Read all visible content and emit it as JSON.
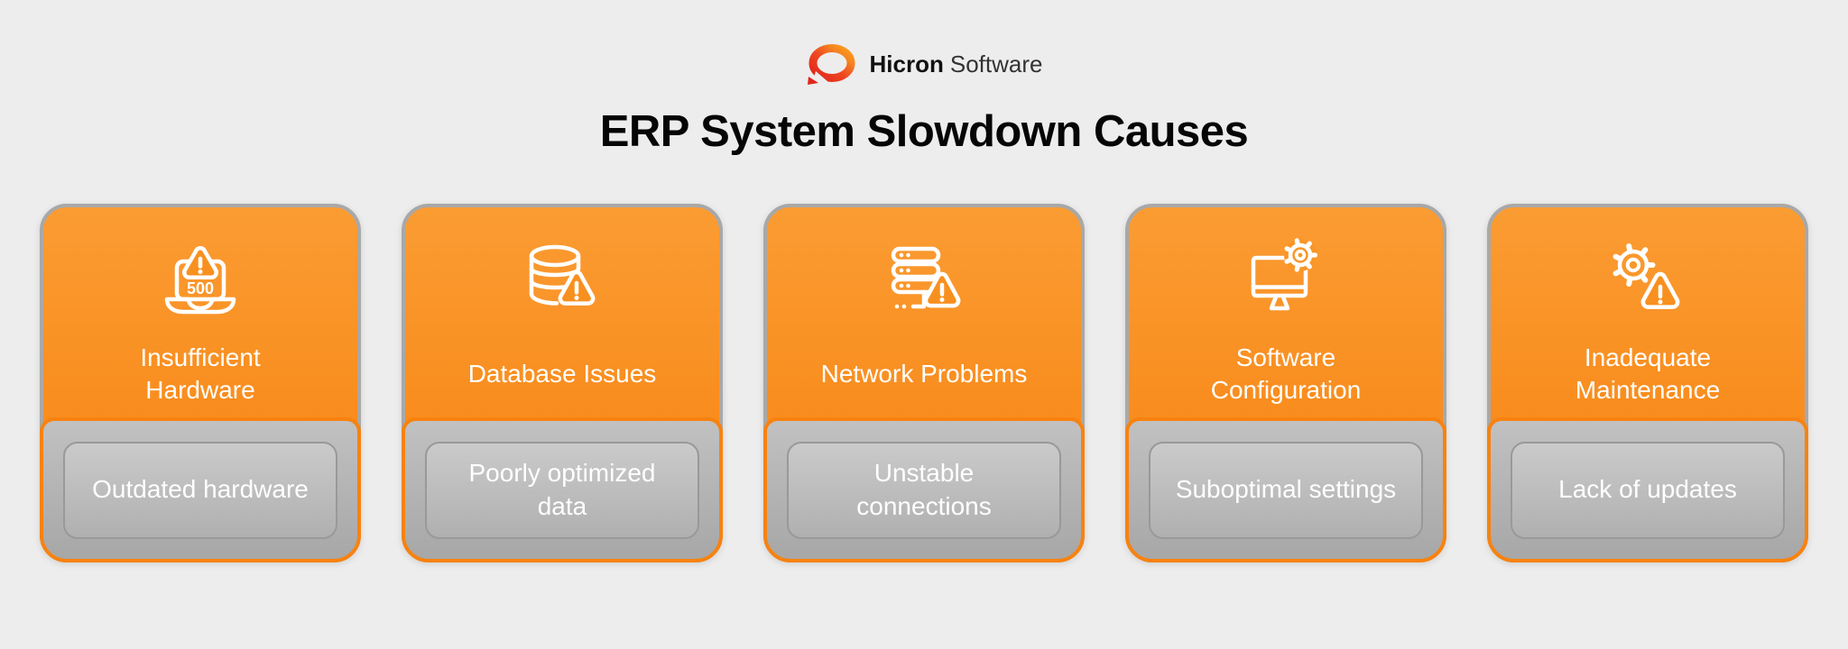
{
  "logo": {
    "brand_bold": "Hicron",
    "brand_light": "Software",
    "icon": "hicron-ring-logo",
    "colors": {
      "red": "#E1251B",
      "orange": "#F9A21B"
    }
  },
  "title": "ERP System Slowdown Causes",
  "colors": {
    "page_background": "#EDEDED",
    "card_orange_top": "#FA9C33",
    "card_orange_bottom": "#F8820F",
    "card_border_gray": "#A8A8A8",
    "panel_gray_top": "#C1C1C1",
    "panel_gray_bottom": "#A7A7A7",
    "panel_border_orange": "#F8820F",
    "text_white": "#FFFFFF"
  },
  "cards": [
    {
      "icon": "laptop-error-500-icon",
      "title": "Insufficient\nHardware",
      "detail": "Outdated hardware"
    },
    {
      "icon": "database-warning-icon",
      "title": "Database Issues",
      "detail": "Poorly optimized\ndata"
    },
    {
      "icon": "server-warning-icon",
      "title": "Network Problems",
      "detail": "Unstable\nconnections"
    },
    {
      "icon": "monitor-gear-icon",
      "title": "Software\nConfiguration",
      "detail": "Suboptimal settings"
    },
    {
      "icon": "gear-warning-icon",
      "title": "Inadequate\nMaintenance",
      "detail": "Lack of updates"
    }
  ]
}
